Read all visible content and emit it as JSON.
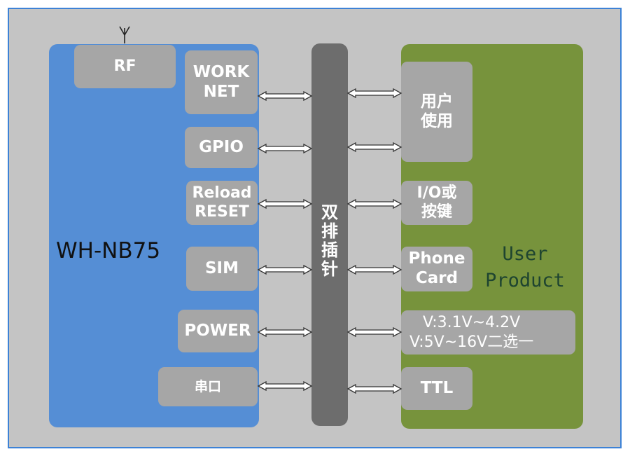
{
  "module": {
    "name": "WH-NB75",
    "rf_label": "RF",
    "ports": [
      {
        "id": "work-net",
        "label": "WORK\nNET"
      },
      {
        "id": "gpio",
        "label": "GPIO"
      },
      {
        "id": "reload-reset",
        "label": "Reload\nRESET"
      },
      {
        "id": "sim",
        "label": "SIM"
      },
      {
        "id": "power",
        "label": "POWER"
      },
      {
        "id": "serial",
        "label": "串口"
      }
    ]
  },
  "connector": {
    "label": "双排插针"
  },
  "user": {
    "name": "User\nProduct",
    "items": [
      {
        "id": "user-use",
        "label": "用户\n使用"
      },
      {
        "id": "io-key",
        "label": "I/O或\n按键"
      },
      {
        "id": "phone-card",
        "label": "Phone\nCard"
      },
      {
        "id": "voltage",
        "label": "V:3.1V~4.2V\nV:5V~16V二选一"
      },
      {
        "id": "ttl",
        "label": "TTL"
      }
    ]
  },
  "colors": {
    "module_panel": "#558ed5",
    "user_panel": "#77933c",
    "connector": "#6d6d6d",
    "box": "#a6a6a6",
    "frame_border": "#3d82d6"
  }
}
